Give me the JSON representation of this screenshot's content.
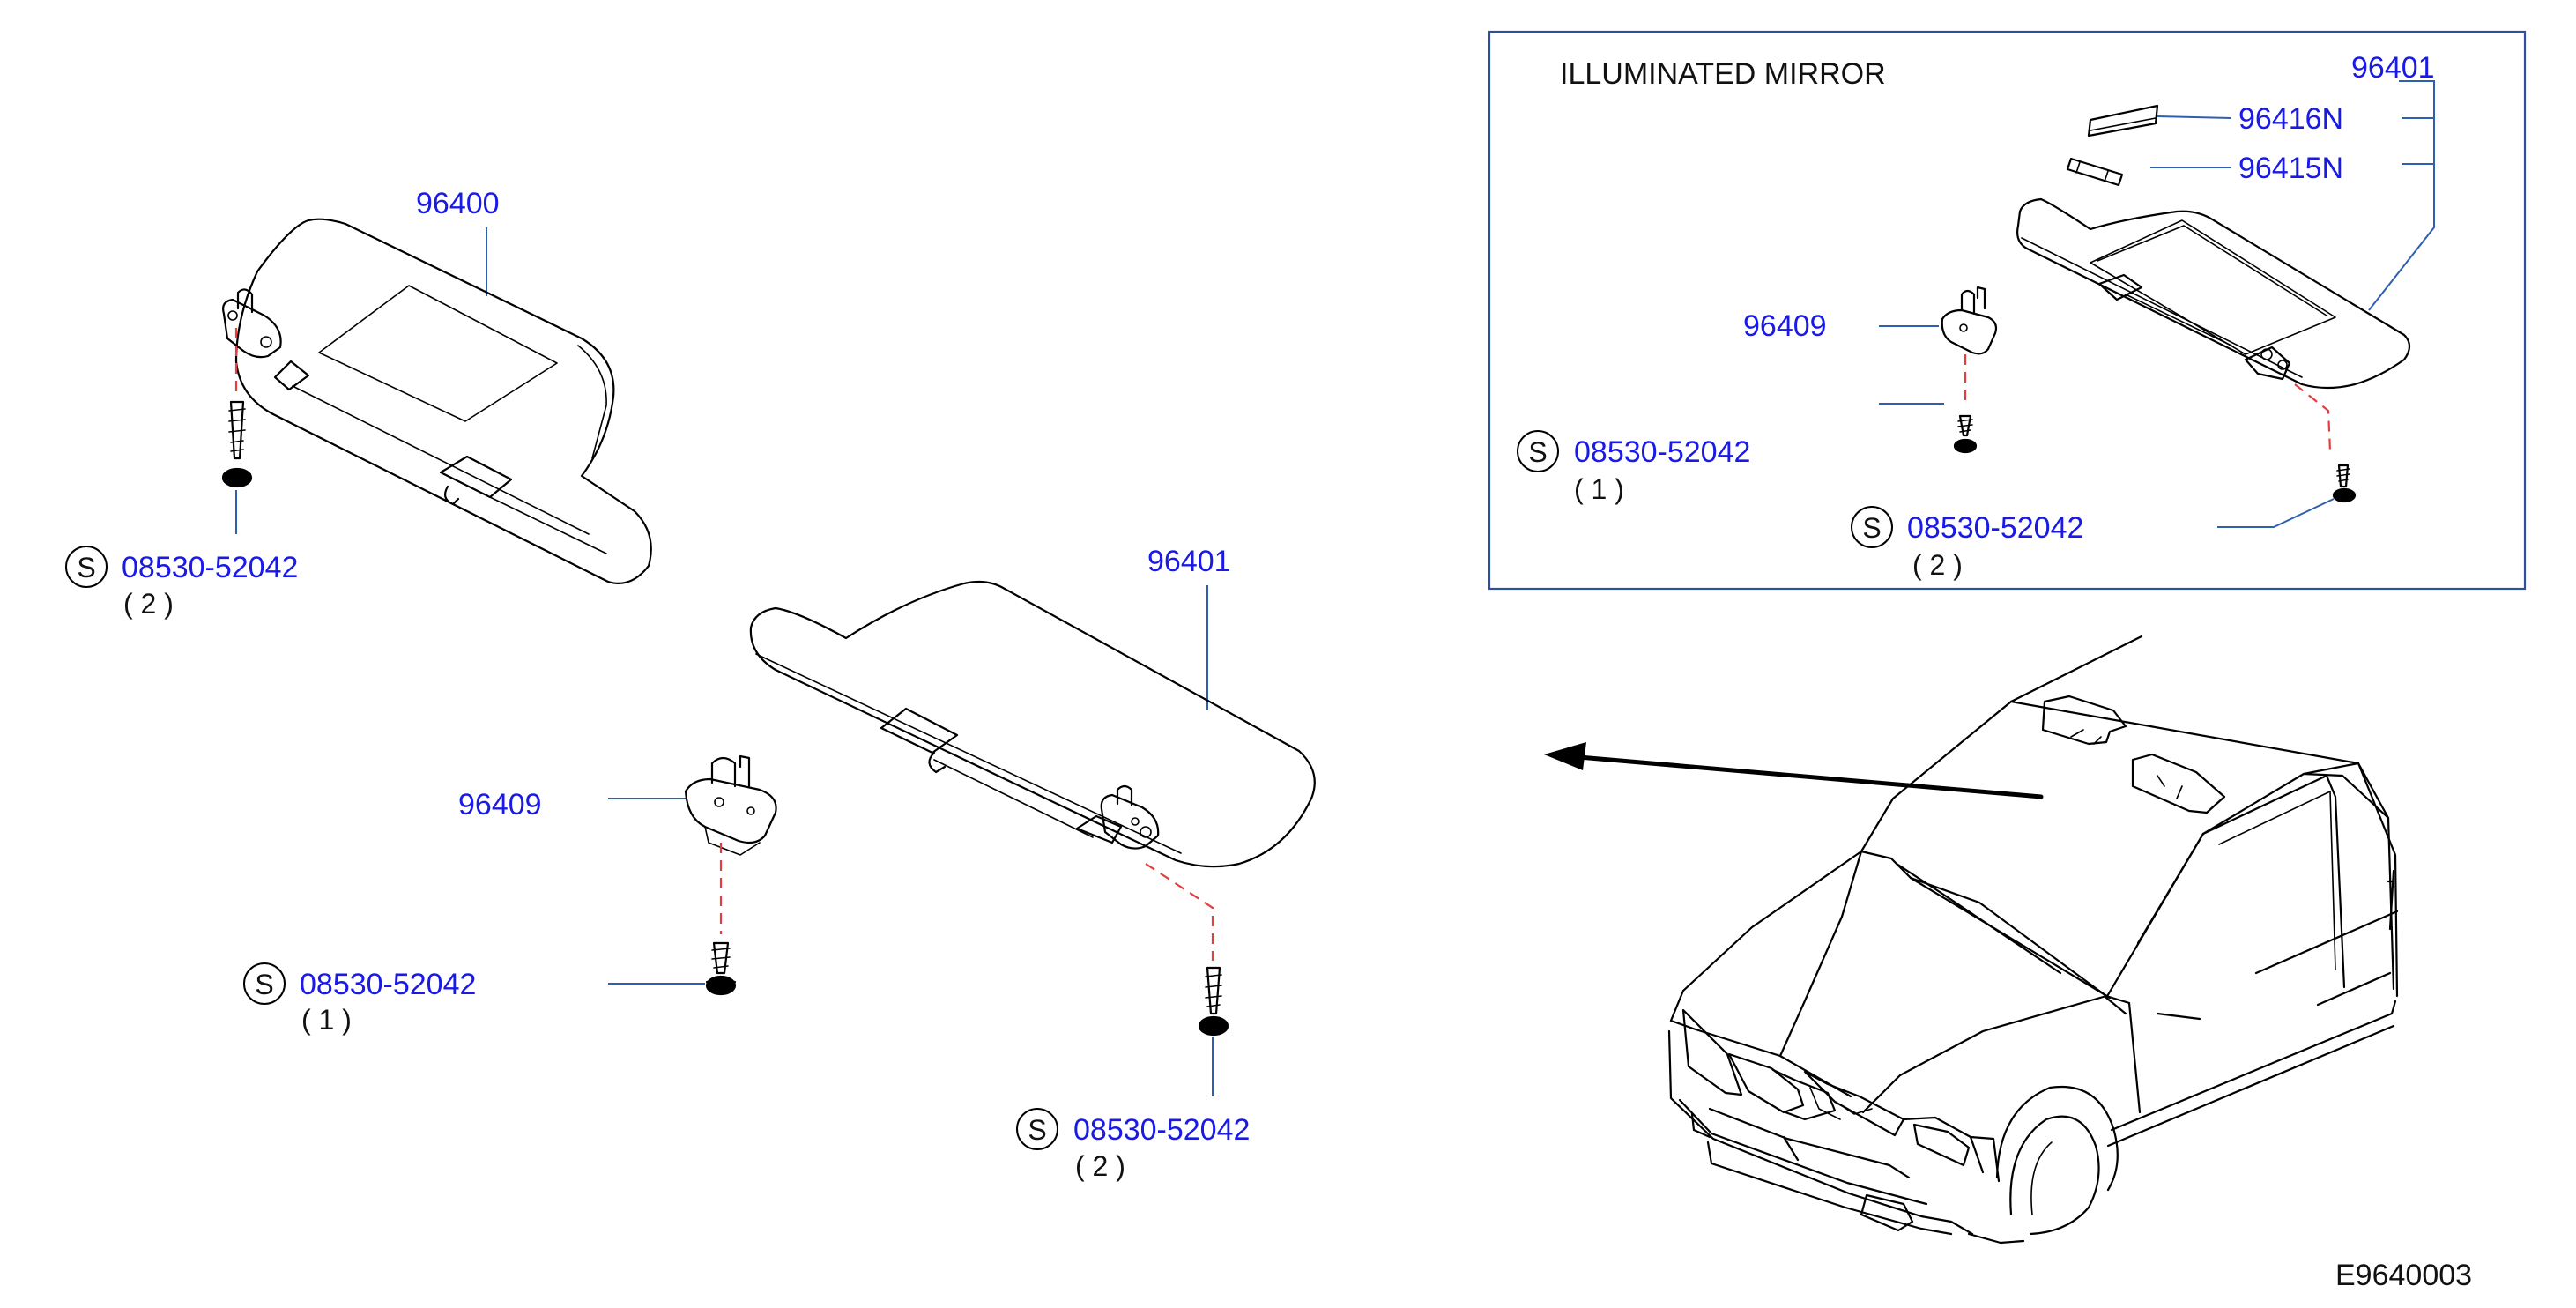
{
  "inset": {
    "title": "ILLUMINATED  MIRROR",
    "visor_part": "96401",
    "lamp_cover_part": "96416N",
    "bulb_part": "96415N",
    "holder_part": "96409",
    "screw1": {
      "symbol": "S",
      "part": "08530-52042",
      "qty": "( 1 )"
    },
    "screw2": {
      "symbol": "S",
      "part": "08530-52042",
      "qty": "( 2 )"
    }
  },
  "left_visor": {
    "part": "96400",
    "screw": {
      "symbol": "S",
      "part": "08530-52042",
      "qty": "( 2 )"
    }
  },
  "right_visor": {
    "part": "96401",
    "holder_part": "96409",
    "screw_holder": {
      "symbol": "S",
      "part": "08530-52042",
      "qty": "( 1 )"
    },
    "screw_visor": {
      "symbol": "S",
      "part": "08530-52042",
      "qty": "( 2 )"
    }
  },
  "diagram_code": "E9640003",
  "colors": {
    "part_number": "#1a1ae6",
    "leader_line": "#2f5fb0",
    "dashed_guide": "#e04040",
    "inset_border": "#2f4fa0"
  }
}
